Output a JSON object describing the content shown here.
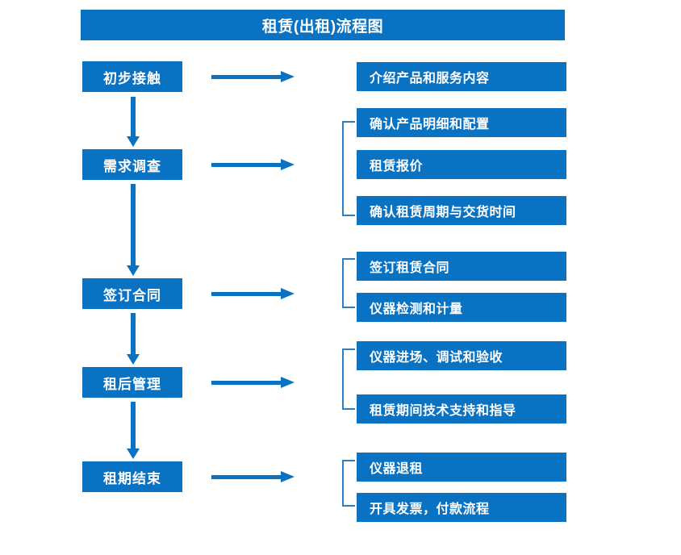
{
  "diagram": {
    "title": "租赁(出租)流程图",
    "accent_color": "#0a72c2",
    "bracket_color": "#2f7ec4",
    "text_color": "#ffffff",
    "background_color": "#ffffff"
  },
  "stages": [
    {
      "label": "初步接触"
    },
    {
      "label": "需求调查"
    },
    {
      "label": "签订合同"
    },
    {
      "label": "租后管理"
    },
    {
      "label": "租期结束"
    }
  ],
  "details": [
    {
      "label": "介绍产品和服务内容"
    },
    {
      "label": "确认产品明细和配置"
    },
    {
      "label": "租赁报价"
    },
    {
      "label": "确认租赁周期与交货时间"
    },
    {
      "label": "签订租赁合同"
    },
    {
      "label": "仪器检测和计量"
    },
    {
      "label": "仪器进场、调试和验收"
    },
    {
      "label": "租赁期间技术支持和指导"
    },
    {
      "label": "仪器退租"
    },
    {
      "label": "开具发票，付款流程"
    }
  ]
}
